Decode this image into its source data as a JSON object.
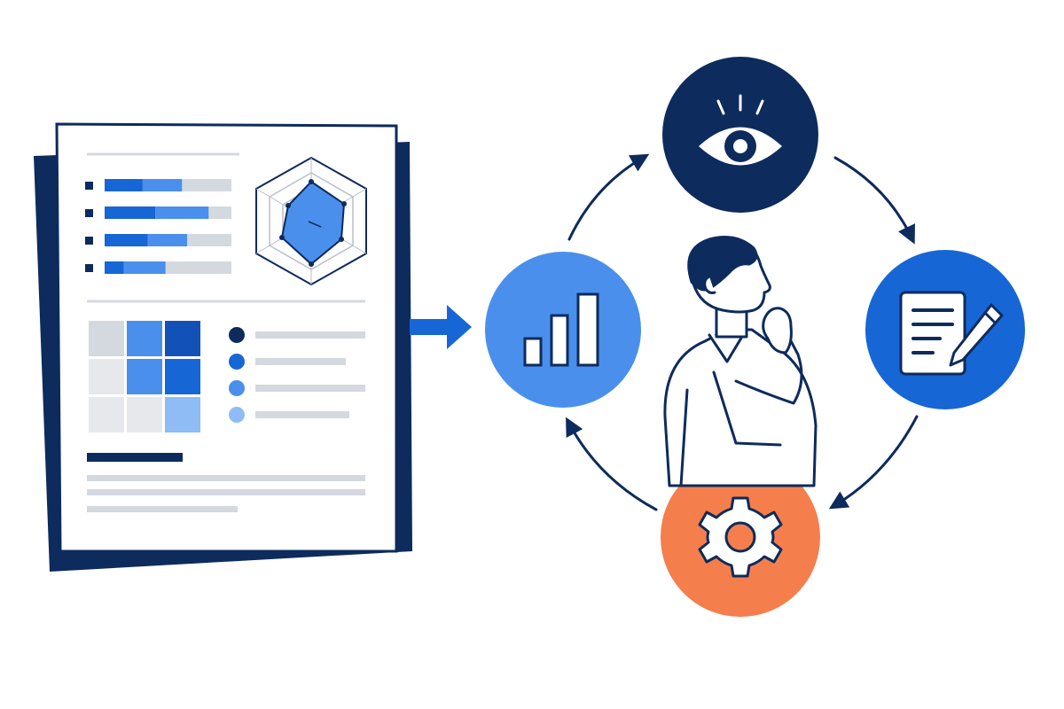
{
  "colors": {
    "navy": "#0d2b5c",
    "blue_primary": "#1666d6",
    "blue_medium": "#4a8fec",
    "blue_light": "#8fbcf5",
    "blue_pale": "#c9ddf8",
    "grey_light": "#d4d8df",
    "grey_pale": "#e6e8ec",
    "orange": "#f47e4c",
    "white": "#ffffff"
  },
  "report": {
    "bar_rows": [
      {
        "dark": 0.3,
        "mid": 0.31
      },
      {
        "dark": 0.4,
        "mid": 0.42
      },
      {
        "dark": 0.34,
        "mid": 0.31
      },
      {
        "dark": 0.15,
        "mid": 0.33
      }
    ],
    "heatmap_levels": [
      [
        1,
        3,
        5
      ],
      [
        0,
        3,
        4
      ],
      [
        0,
        0,
        2
      ]
    ],
    "legend_dots": [
      "navy",
      "blue_primary",
      "blue_medium",
      "blue_light"
    ]
  },
  "cycle": {
    "nodes": [
      {
        "icon": "eye-icon",
        "color": "navy"
      },
      {
        "icon": "document-pencil-icon",
        "color": "blue_primary"
      },
      {
        "icon": "gear-icon",
        "color": "orange"
      },
      {
        "icon": "bar-chart-icon",
        "color": "blue_medium"
      }
    ],
    "center": "thinking-person"
  }
}
